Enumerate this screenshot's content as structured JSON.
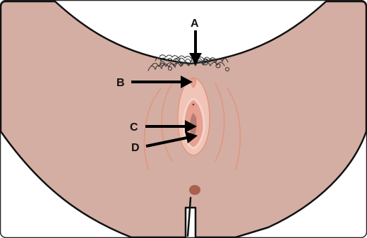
{
  "labels": {
    "a": "A",
    "b": "B",
    "c": "C",
    "d": "D"
  },
  "colors": {
    "skin": "#d4ada3",
    "outline": "#111111",
    "pink_outer": "#f1c4b8",
    "pink_inner": "#e8a091",
    "pink_border": "#f3d4cc",
    "line_marks": "#e29377",
    "opening": "#b77c70",
    "anus": "#a9604d",
    "arrow": "#000000"
  }
}
